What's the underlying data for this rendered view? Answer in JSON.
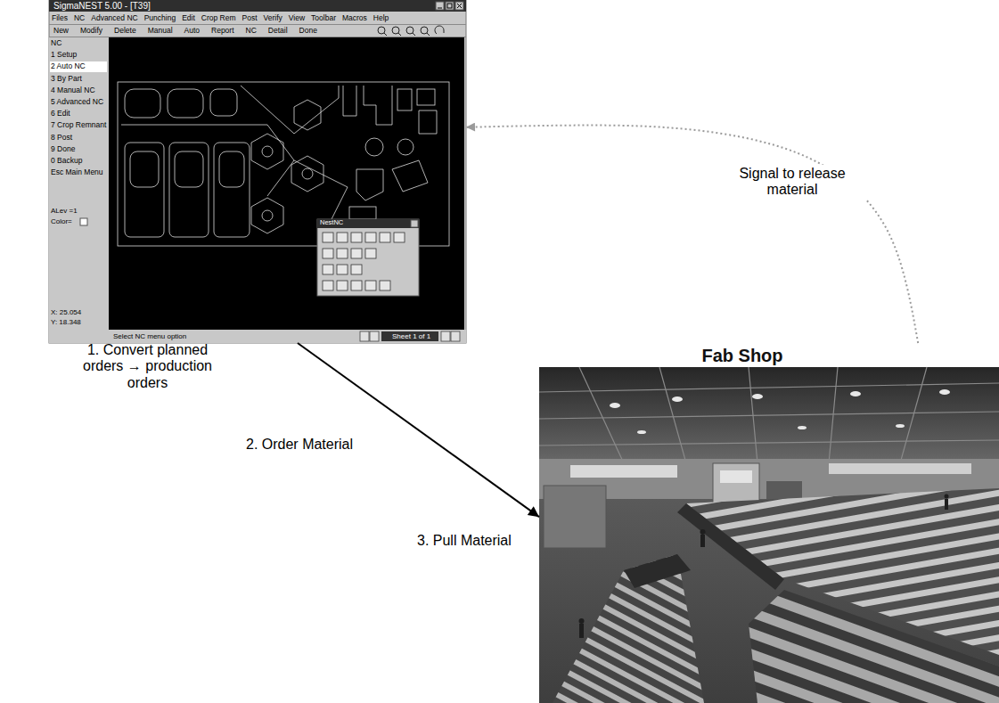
{
  "diagram": {
    "nodes": [
      {
        "text": [
          "SigmaNEST 5.00 - [T39]"
        ]
      },
      {
        "text": [
          "Fab Shop"
        ]
      }
    ],
    "edges": [
      {
        "from": 0,
        "to": 1,
        "arrow": "to",
        "label": "2. Order Material"
      },
      {
        "from": 1,
        "to": 0,
        "arrow": "to",
        "label": "Signal to release material"
      }
    ],
    "labels": [
      "1. Convert planned orders → production orders",
      "3. Pull Material",
      "Files",
      "NC",
      "Advanced NC",
      "Punching",
      "Edit",
      "Crop Rem",
      "Post",
      "Verify",
      "View",
      "Toolbar",
      "Macros",
      "Help",
      "New",
      "Modify",
      "Delete",
      "Manual",
      "Auto",
      "Report",
      "NC",
      "Detail",
      "Done",
      "NC",
      "1 Setup",
      "2 Auto NC",
      "3 By Part",
      "4 Manual NC",
      "5 Advanced NC",
      "6 Edit",
      "7 Crop Remnant",
      "8 Post",
      "9 Done",
      "0 Backup",
      "Esc Main Menu",
      "ALev =1",
      "Color=",
      "X: 25.054",
      "Y: 18.348",
      "NestNC",
      "Select NC menu option",
      "Sheet 1 of 1"
    ]
  }
}
